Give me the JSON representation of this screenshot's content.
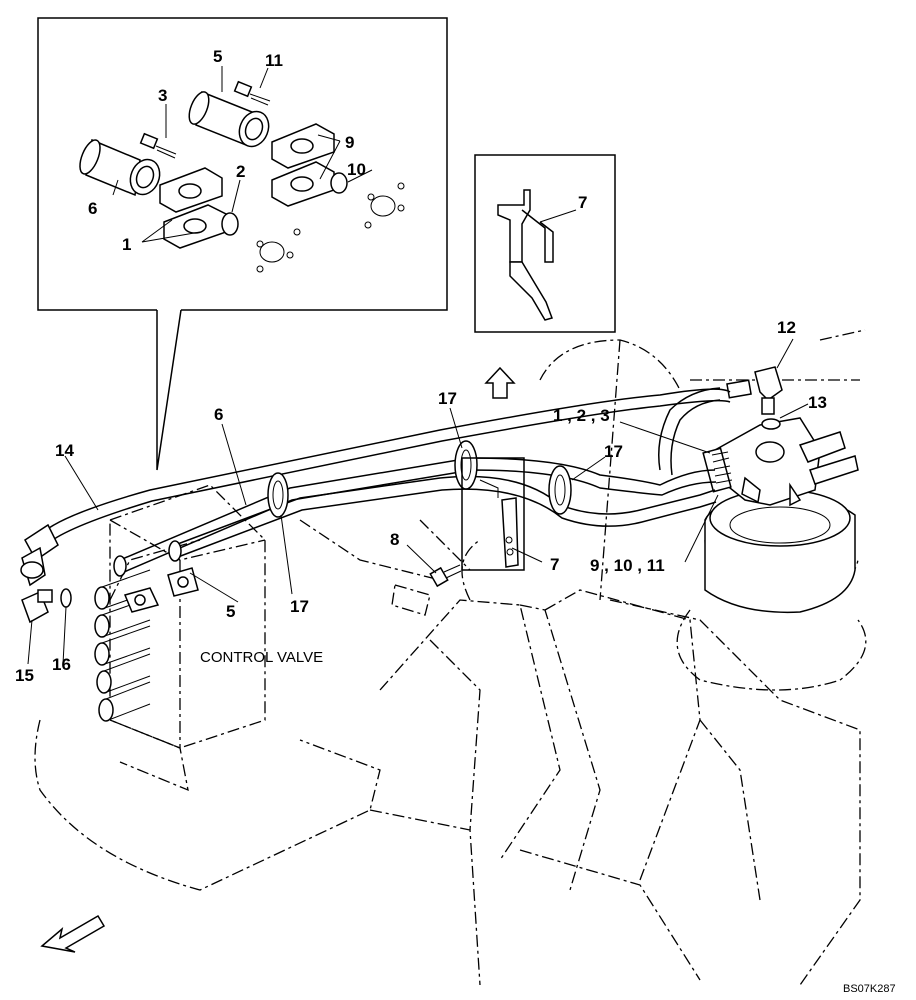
{
  "callouts": {
    "c1": "1",
    "c2": "2",
    "c3": "3",
    "c5a": "5",
    "c6a": "6",
    "c9a": "9",
    "c10a": "10",
    "c11a": "11",
    "c7a": "7",
    "c12": "12",
    "c13": "13",
    "c14": "14",
    "c6b": "6",
    "c17a": "17",
    "c17b": "17",
    "c17c": "17",
    "c123": "1 , 2 , 3",
    "c8": "8",
    "c7b": "7",
    "c91011": "9 , 10 , 11",
    "c5b": "5",
    "c15": "15",
    "c16": "16"
  },
  "control_valve_label": "CONTROL VALVE",
  "drawing_code": "BS07K287"
}
